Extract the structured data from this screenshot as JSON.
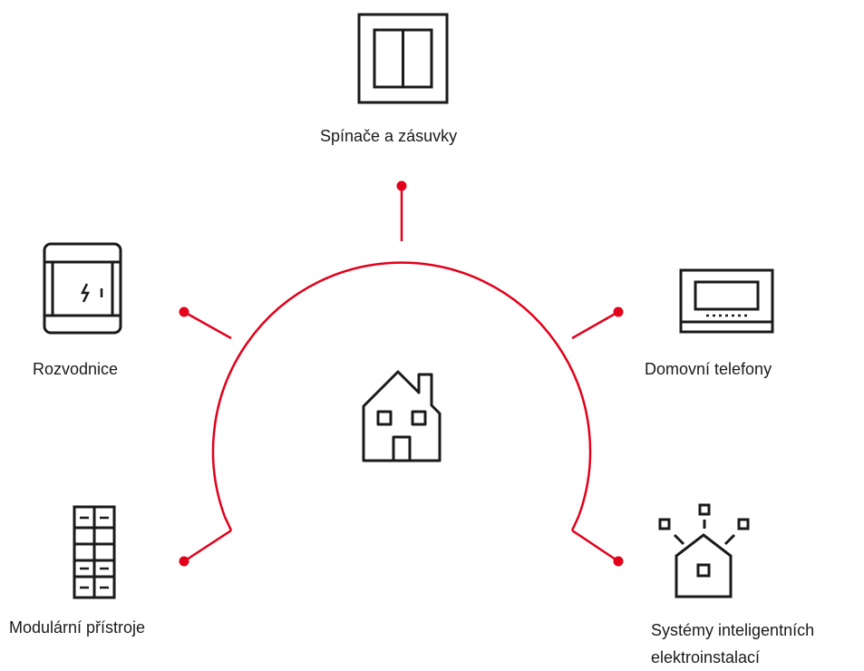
{
  "accent_color": "#e2001a",
  "icon_color": "#1a1a1a",
  "labels": {
    "top": "Spínače a zásuvky",
    "left1": "Rozvodnice",
    "left2": "Modulární přístroje",
    "right1": "Domovní telefony",
    "right2_line1": "Systémy inteligentních",
    "right2_line2": "elektroinstalací"
  },
  "icons": {
    "top": "switch-icon",
    "left1": "distribution-board-icon",
    "left2": "modular-devices-icon",
    "right1": "door-entry-phone-icon",
    "right2": "smart-home-icon",
    "center": "house-icon"
  }
}
